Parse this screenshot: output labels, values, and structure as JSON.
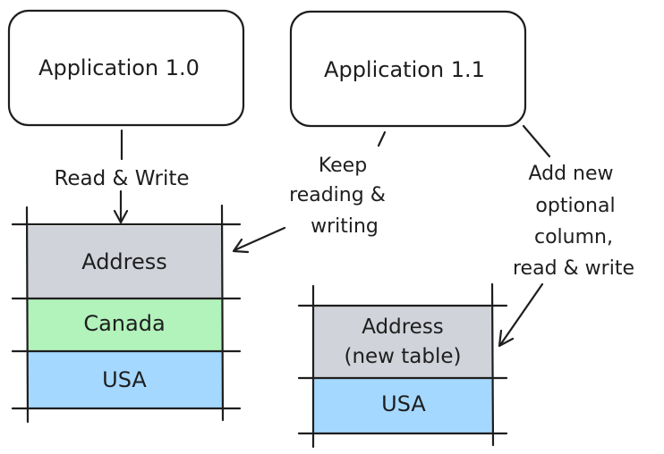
{
  "nodes": {
    "app_v10": {
      "label": "Application 1.0",
      "fill": "#b2f2bb"
    },
    "app_v11": {
      "label": "Application 1.1",
      "fill": "#a5d8ff"
    }
  },
  "old_table": {
    "rows": [
      {
        "label": "Address",
        "fill": "#d0d3d9"
      },
      {
        "label": "Canada",
        "fill": "#b2f2bb"
      },
      {
        "label": "USA",
        "fill": "#a5d8ff"
      }
    ]
  },
  "new_table": {
    "rows": [
      {
        "label_lines": [
          "Address",
          "(new table)"
        ],
        "fill": "#d0d3d9"
      },
      {
        "label": "USA",
        "fill": "#a5d8ff"
      }
    ]
  },
  "edges": {
    "read_write": {
      "label": "Read & Write"
    },
    "keep": {
      "label_lines": [
        "Keep",
        "reading &",
        "writing"
      ]
    },
    "add_column": {
      "label_lines": [
        "Add new",
        "optional",
        "column,",
        "read & write"
      ]
    }
  },
  "colors": {
    "ink": "#1e1e1e",
    "green": "#b2f2bb",
    "blue": "#a5d8ff",
    "gray": "#d0d3d9"
  }
}
